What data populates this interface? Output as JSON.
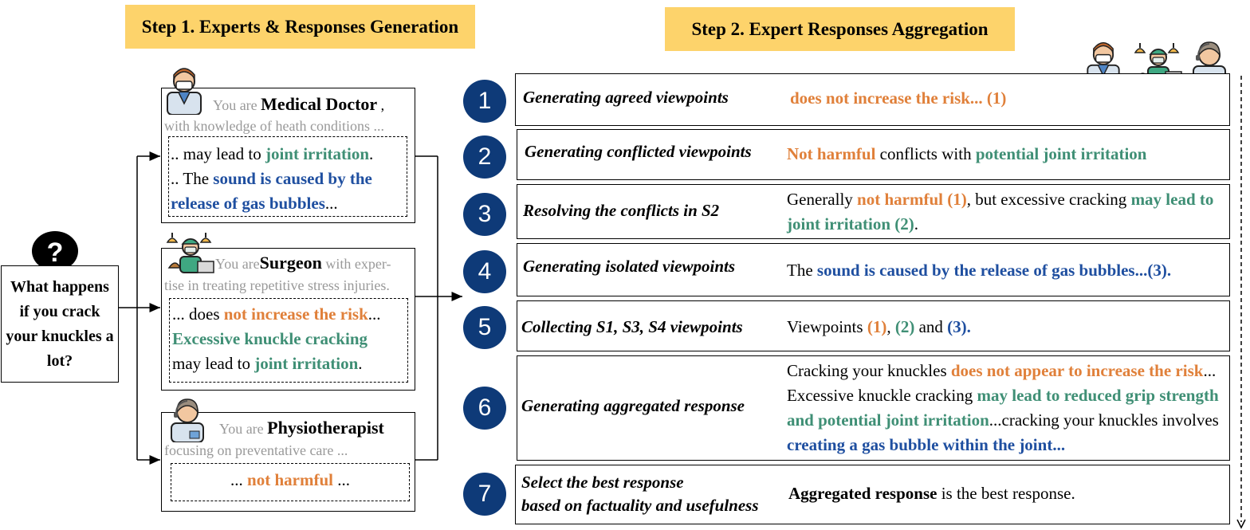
{
  "step1_banner": "Step 1. Experts & Responses Generation",
  "step2_banner": "Step 2. Expert Responses Aggregation",
  "question": "What happens if you crack your knuckles a lot?",
  "question_mark": "?",
  "experts": [
    {
      "you_are": "You are",
      "name": "Medical Doctor",
      "name_suffix": " ,",
      "intro_rest": "with knowledge of heath conditions ...",
      "response": {
        "l1_pre": ".. may lead to ",
        "l1_hl": "joint irritation",
        "l1_post": ".",
        "l2_pre": ".. The ",
        "l2_hl": "sound is caused by the",
        "l3_hl": "release of gas bubbles",
        "l3_post": "..."
      }
    },
    {
      "you_are": "You are",
      "name": "Surgeon",
      "intro_tail": " with exper-",
      "intro_rest": "tise in treating repetitive stress injuries.",
      "response": {
        "l1_pre": "... does ",
        "l1_hl": "not increase the risk",
        "l1_post": "...",
        "l2_hl": "Excessive knuckle cracking",
        "l3_pre": "may lead to ",
        "l3_hl": "joint irritation",
        "l3_post": "."
      }
    },
    {
      "you_are": "You are",
      "name": "Physiotherapist",
      "intro_rest": "focusing on preventative care ...",
      "response": {
        "pre": "... ",
        "hl": "not harmful",
        "post": " ..."
      }
    }
  ],
  "steps": [
    {
      "num": "1",
      "label": "Generating agreed viewpoints"
    },
    {
      "num": "2",
      "label": "Generating conflicted viewpoints"
    },
    {
      "num": "3",
      "label": "Resolving the conflicts in S2"
    },
    {
      "num": "4",
      "label": "Generating isolated viewpoints"
    },
    {
      "num": "5",
      "label": "Collecting S1, S3, S4 viewpoints"
    },
    {
      "num": "6",
      "label": "Generating aggregated response"
    },
    {
      "num": "7",
      "label_l1": "Select the best response",
      "label_l2": "based on factuality and usefulness"
    }
  ],
  "step_texts": {
    "s1": {
      "hl": "does not increase the risk... (1)"
    },
    "s2": {
      "hl1": "Not harmful",
      "mid": " conflicts with ",
      "hl2": "potential joint irritation"
    },
    "s3": {
      "pre": "Generally ",
      "hl1": "not harmful (1)",
      "mid": ", but excessive cracking ",
      "hl2": "may lead to joint irritation (2)",
      "post": "."
    },
    "s4": {
      "pre": "The ",
      "hl": "sound is caused by the release of gas bubbles...(3)."
    },
    "s5": {
      "pre": "Viewpoints ",
      "hl1": "(1)",
      "sep1": ", ",
      "hl2": "(2)",
      "sep2": " and ",
      "hl3": "(3)."
    },
    "s6": {
      "p1": "Cracking your knuckles ",
      "hl1": "does not appear to increase the risk",
      "p2": "... Excessive knuckle cracking ",
      "hl2": "may lead to reduced grip strength and potential joint irritation",
      "p3": "...cracking your knuckles involves ",
      "hl3": "creating a gas bubble within the joint..."
    },
    "s7": {
      "hl": "Aggregated response",
      "post": " is the best response."
    }
  },
  "icons": [
    "doctor-icon",
    "surgeon-icon",
    "physiotherapist-icon",
    "question-bubble-icon"
  ],
  "colors": {
    "banner": "#FDD36B",
    "circle": "#0E3A78",
    "orange": "#E0803A",
    "green": "#3F8F75",
    "blue": "#1F4FA0",
    "grey": "#999999"
  }
}
